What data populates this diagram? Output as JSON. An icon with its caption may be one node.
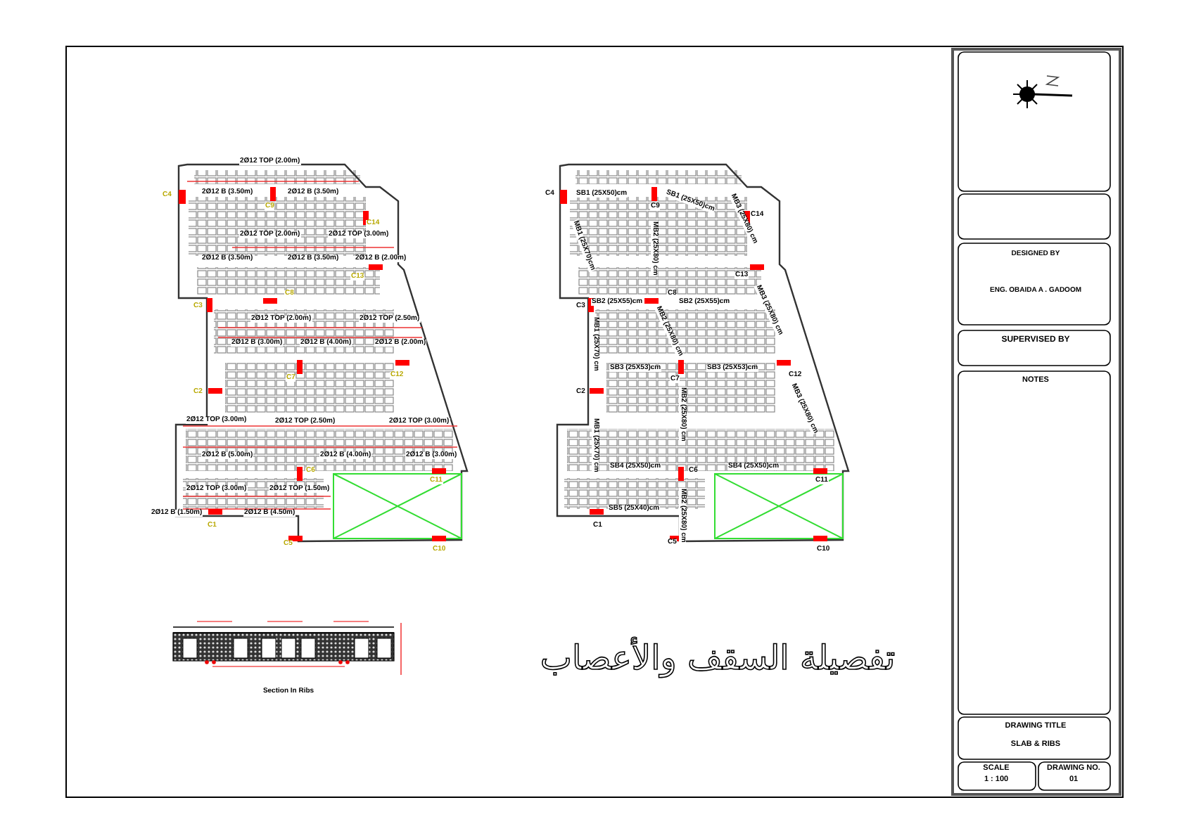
{
  "diagram": {
    "title": "تفصيلة السقف والأعصاب",
    "labels": [
      "2Ø12 TOP (2.00m)",
      "C4",
      "2Ø12 B (3.50m)",
      "C9",
      "2Ø12 B (3.50m)",
      "C14",
      "2Ø12 TOP (2.00m)",
      "2Ø12 TOP (3.00m)",
      "2Ø12 B (3.50m)",
      "2Ø12 B (3.50m)",
      "2Ø12 B (2.00m)",
      "C13",
      "C8",
      "C3",
      "2Ø12 TOP (2.00m)",
      "2Ø12 TOP (2.50m)",
      "2Ø12 B (3.00m)",
      "2Ø12 B (4.00m)",
      "2Ø12 B (2.00m)",
      "C7",
      "C12",
      "C2",
      "2Ø12 TOP (3.00m)",
      "2Ø12 TOP (2.50m)",
      "2Ø12 TOP (3.00m)",
      "2Ø12 B (5.00m)",
      "2Ø12 B (4.00m)",
      "2Ø12 B (3.00m)",
      "C6",
      "C11",
      "2Ø12 TOP (3.00m)",
      "2Ø12 TOP (1.50m)",
      "2Ø12 B (1.50m)",
      "2Ø12 B (4.50m)",
      "C1",
      "C5",
      "C10",
      "C4",
      "SB1 (25X50)cm",
      "C9",
      "SB1 (25X50)cm",
      "MB3 (25X80) cm",
      "C14",
      "MB1 (25X70)cm",
      "MB2 (25X80) cm",
      "C13",
      "MB3 (25X80) cm",
      "C8",
      "C3",
      "SB2 (25X55)cm",
      "MB1 (25X70) cm",
      "MB2 (25X80) cm",
      "SB2 (25X55)cm",
      "SB3 (25X53)cm",
      "SB3 (25X53)cm",
      "C7",
      "C12",
      "C2",
      "MB2 (25X80) cm",
      "MB3 (25X80) cm",
      "MB1 (25X70) cm",
      "SB4 (25X50)cm",
      "SB4 (25X50)cm",
      "C6",
      "C11",
      "SB5 (25X40)cm",
      "MB2 (25X80) cm",
      "C1",
      "C5",
      "C10",
      "Section In Ribs",
      "DESIGNED BY",
      "ENG. OBAIDA A . GADOOM",
      "SUPERVISED BY",
      "NOTES",
      "DRAWING TITLE",
      "SLAB & RIBS",
      "SCALE",
      "1 : 100",
      "DRAWING NO.",
      "01"
    ]
  }
}
